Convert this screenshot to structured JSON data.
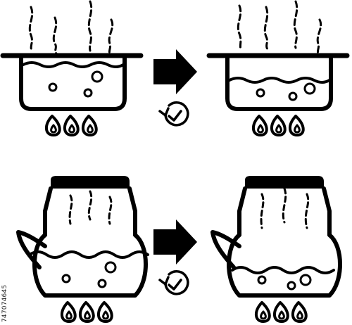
{
  "image": {
    "theme": "boiling water evaporation pictograms",
    "colors": {
      "ink": "#000000",
      "background": "#ffffff"
    }
  },
  "icons": [
    {
      "id": "pot-before",
      "water_level": "high"
    },
    {
      "id": "pot-after",
      "water_level": "low"
    },
    {
      "id": "kettle-before",
      "water_level": "high"
    },
    {
      "id": "kettle-after",
      "water_level": "low"
    }
  ],
  "arrows": [
    {
      "icon": "right-arrow-icon",
      "sub_icon": "clock-check-icon"
    },
    {
      "icon": "right-arrow-icon",
      "sub_icon": "clock-check-icon"
    }
  ],
  "watermark": {
    "stock_id": "747074645"
  }
}
